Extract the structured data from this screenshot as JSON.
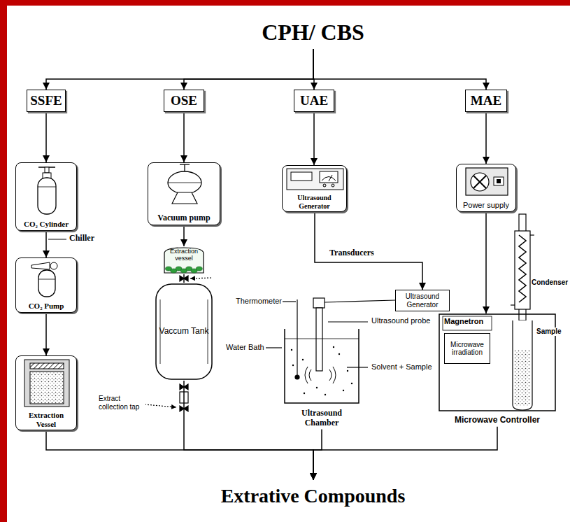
{
  "diagram": {
    "nodes": [
      {
        "text": [
          "CPH/ CBS"
        ]
      },
      {
        "text": [
          "SSFE"
        ]
      },
      {
        "text": [
          "OSE"
        ]
      },
      {
        "text": [
          "UAE"
        ]
      },
      {
        "text": [
          "MAE"
        ]
      },
      {
        "text": [
          "CO₂ Cylinder"
        ]
      },
      {
        "text": [
          "Vacuum pump"
        ]
      },
      {
        "text": [
          "Ultrasound Generator"
        ]
      },
      {
        "text": [
          "Power supply"
        ]
      },
      {
        "text": [
          "CO₂ Pump"
        ]
      },
      {
        "text": [
          "Extraction vessel"
        ]
      },
      {
        "text": [
          "Ultrasound Generator"
        ]
      },
      {
        "text": [
          "Extraction Vessel"
        ]
      },
      {
        "text": [
          "Vaccum Tank"
        ]
      },
      {
        "text": [
          "Ultrasound Chamber"
        ]
      },
      {
        "text": [
          "Microwave Controller"
        ]
      },
      {
        "text": [
          "Microwave irradiation"
        ],
        "in": 15
      },
      {
        "text": [
          "Extrative Compounds"
        ]
      }
    ],
    "edges": [
      {
        "from": 0,
        "to": 1,
        "arrow": "to"
      },
      {
        "from": 0,
        "to": 2,
        "arrow": "to"
      },
      {
        "from": 0,
        "to": 3,
        "arrow": "to"
      },
      {
        "from": 0,
        "to": 4,
        "arrow": "to"
      },
      {
        "from": 1,
        "to": 5,
        "arrow": "to"
      },
      {
        "from": 2,
        "to": 6,
        "arrow": "to"
      },
      {
        "from": 3,
        "to": 7,
        "arrow": "to"
      },
      {
        "from": 4,
        "to": 8,
        "arrow": "to"
      },
      {
        "from": 5,
        "to": 9,
        "label": "Chiller",
        "arrow": "to"
      },
      {
        "from": 6,
        "to": 10,
        "arrow": "to"
      },
      {
        "from": 7,
        "to": 11,
        "label": "Transducers",
        "arrow": "to"
      },
      {
        "from": 8,
        "to": 15,
        "arrow": "to"
      },
      {
        "from": 10,
        "to": 13,
        "arrow": "none"
      },
      {
        "from": 9,
        "to": 12,
        "arrow": "to"
      },
      {
        "from": 13,
        "to": 17,
        "arrow": "to"
      },
      {
        "from": 14,
        "to": 17,
        "arrow": "to"
      },
      {
        "from": 15,
        "to": 17,
        "arrow": "to"
      },
      {
        "from": 12,
        "to": 17,
        "arrow": "to"
      }
    ],
    "labels": [
      "Thermometer",
      "Water Bath",
      "Ultrasound probe",
      "Solvent + Sample",
      "Extract collection tap",
      "Magnetron",
      "Condenser",
      "Sample"
    ]
  }
}
